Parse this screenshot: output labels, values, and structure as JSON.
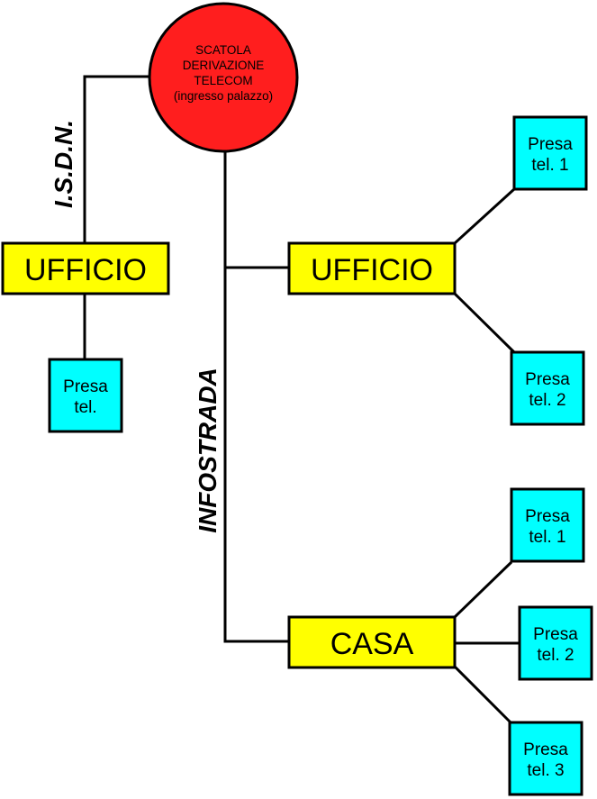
{
  "colors": {
    "junction_fill": "#ff1e1e",
    "box_fill": "#ffff00",
    "outlet_fill": "#00ffff",
    "line": "#000000"
  },
  "junction": {
    "lines": [
      "SCATOLA",
      "DERIVAZIONE",
      "TELECOM",
      "(ingresso palazzo)"
    ]
  },
  "left_branch": {
    "label": "I.S.D.N.",
    "office": "UFFICIO",
    "outlet": [
      "Presa",
      "tel."
    ]
  },
  "right_trunk": {
    "label": "INFOSTRADA"
  },
  "right_office": {
    "label": "UFFICIO",
    "outlets": [
      [
        "Presa",
        "tel. 1"
      ],
      [
        "Presa",
        "tel. 2"
      ]
    ]
  },
  "home": {
    "label": "CASA",
    "outlets": [
      [
        "Presa",
        "tel. 1"
      ],
      [
        "Presa",
        "tel. 2"
      ],
      [
        "Presa",
        "tel. 3"
      ]
    ]
  }
}
